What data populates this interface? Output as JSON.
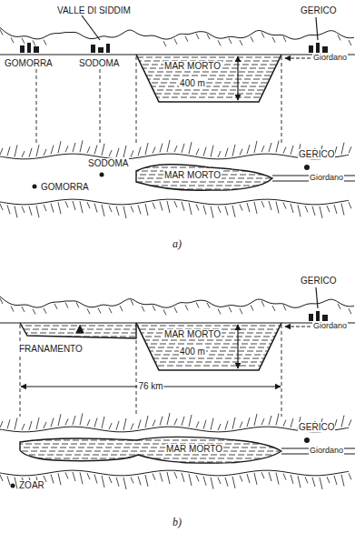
{
  "diagram": {
    "labels": [
      "VALLE DI SIDDIM",
      "GERICO",
      "GOMORRA",
      "SODOMA",
      "MAR MORTO",
      "400 m",
      "Giordano",
      "GERICO",
      "SODOMA",
      "GOMORRA",
      "MAR MORTO",
      "Giordano",
      "a)",
      "GERICO",
      "FRANAMENTO",
      "MAR MORTO",
      "400 m",
      "Giordano",
      "76 km",
      "GERICO",
      "MAR MORTO",
      "Giordano",
      "ZOAR",
      "b)"
    ]
  }
}
